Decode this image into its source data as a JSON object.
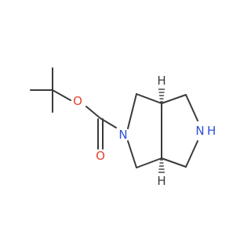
{
  "molecule": {
    "atoms": {
      "o_ester": {
        "label": "O",
        "color": "#e8412f"
      },
      "o_carbonyl": {
        "label": "O",
        "color": "#e8412f"
      },
      "n_carbamate": {
        "label": "N",
        "color": "#2f4ed8"
      },
      "n_amine": {
        "label": "N",
        "color": "#2f4ed8"
      },
      "n_amine_h": {
        "label": "H",
        "color": "#2f4ed8"
      },
      "h_upper": {
        "label": "H",
        "color": "#3a3a3a"
      },
      "h_lower": {
        "label": "H",
        "color": "#3a3a3a"
      }
    },
    "bond_color": "#3a3a3a"
  }
}
